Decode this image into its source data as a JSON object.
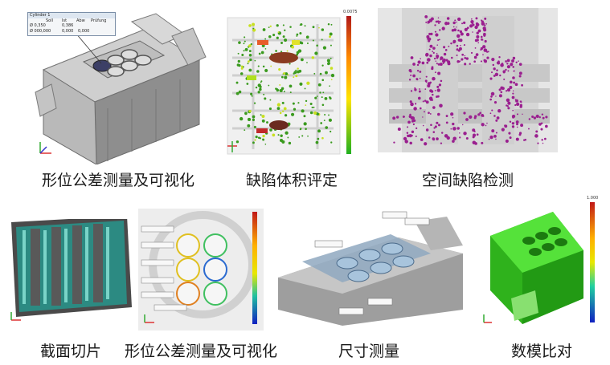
{
  "captions": {
    "form_tolerance_1": "形位公差测量及可视化",
    "defect_volume": "缺陷体积评定",
    "void_detection": "空间缺陷检测",
    "section_slice": "截面切片",
    "form_tolerance_2": "形位公差测量及可视化",
    "dimension_measurement": "尺寸测量",
    "cad_comparison": "数模比对"
  },
  "panel1": {
    "box_title": "Cylinder 1",
    "box_headers": [
      "Soll",
      "Ist",
      "Abw",
      "Prüfung"
    ],
    "box_rows": [
      {
        "label": "Ø 0,350",
        "soll": "",
        "ist": "0,386",
        "abw": ""
      },
      {
        "label": "Ø 000,000",
        "soll": "0,000",
        "ist": "0,000",
        "abw": ""
      }
    ]
  },
  "panel2": {
    "colorbar_top": "0.0075"
  },
  "panel7": {
    "colorbar_top": "1.000"
  },
  "axes": {
    "x": "x",
    "y": "y",
    "z": "z"
  },
  "colors": {
    "caption_text": "#1a1a1a",
    "part_gray": "#9a9a9a",
    "defect_green": "#3a9a1e",
    "defect_red": "#b8341f",
    "void_purple": "#9a1f8f",
    "slice_teal": "#2a8a80",
    "cad_green": "#3fd124"
  }
}
